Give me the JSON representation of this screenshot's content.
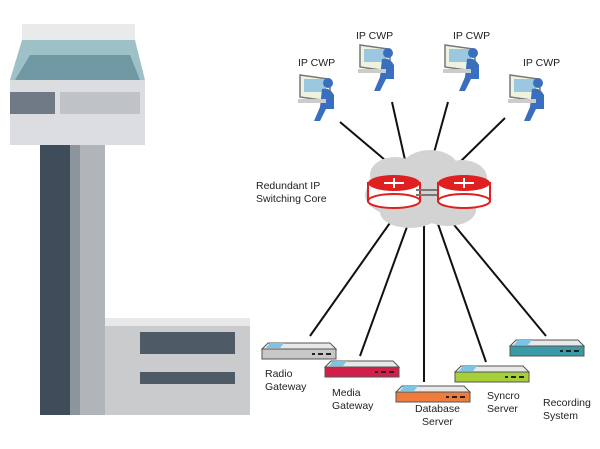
{
  "core": {
    "label_line1": "Redundant IP",
    "label_line2": "Switching Core"
  },
  "cwps": [
    {
      "label": "IP CWP"
    },
    {
      "label": "IP CWP"
    },
    {
      "label": "IP CWP"
    },
    {
      "label": "IP CWP"
    }
  ],
  "devices": [
    {
      "line1": "Radio",
      "line2": "Gateway",
      "color": "#c8c8c8"
    },
    {
      "line1": "Media",
      "line2": "Gateway",
      "color": "#d0204a"
    },
    {
      "line1": "Database",
      "line2": "Server",
      "color": "#f07c3c"
    },
    {
      "line1": "Syncro",
      "line2": "Server",
      "color": "#a6cf3a"
    },
    {
      "line1": "Recording",
      "line2": "System",
      "color": "#3a9aa6"
    }
  ],
  "colors": {
    "router": "#e02020",
    "cloud": "#d0d0d0",
    "link": "#111111",
    "workstation_figure": "#3a6fc0"
  }
}
